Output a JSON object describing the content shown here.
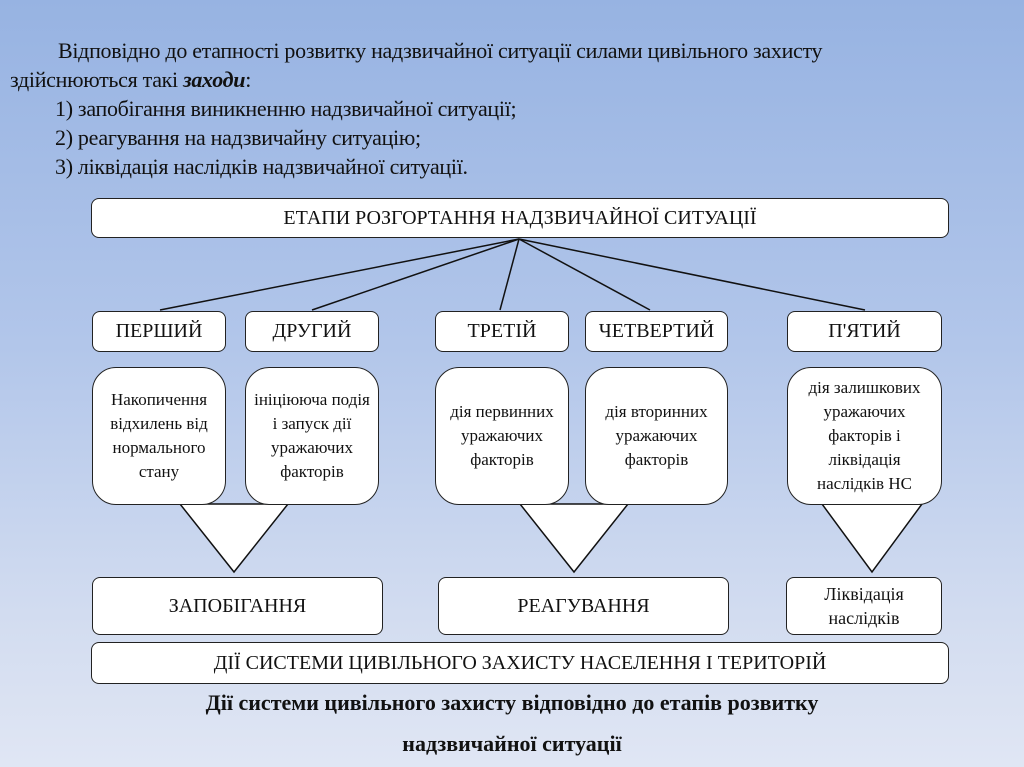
{
  "intro": {
    "line1": "Відповідно до етапності розвитку надзвичайної ситуації силами цивільного захисту",
    "line2_prefix": "здійснюються такі ",
    "line2_emph": "заходи",
    "line2_suffix": ":",
    "items": [
      "1) запобігання виникненню надзвичайної ситуації;",
      "2) реагування на надзвичайну ситуацію;",
      "3) ліквідація наслідків надзвичайної ситуації."
    ]
  },
  "diagram": {
    "root": "ЕТАПИ РОЗГОРТАННЯ НАДЗВИЧАЙНОЇ СИТУАЦІЇ",
    "stages": [
      "ПЕРШИЙ",
      "ДРУГИЙ",
      "ТРЕТІЙ",
      "ЧЕТВЕРТИЙ",
      "П'ЯТИЙ"
    ],
    "descriptions": [
      "Накопичення відхилень від нормального стану",
      "ініціююча подія і запуск дії уражаючих факторів",
      "дія первинних уражаючих факторів",
      "дія вторинних уражаючих факторів",
      "дія залишкових уражаючих факторів і ліквідація наслідків НС"
    ],
    "actions": [
      "ЗАПОБІГАННЯ",
      "РЕАГУВАННЯ",
      "Ліквідація наслідків"
    ],
    "footer": "ДІЇ СИСТЕМИ ЦИВІЛЬНОГО ЗАХИСТУ НАСЕЛЕННЯ І ТЕРИТОРІЙ"
  },
  "caption": {
    "line1": "Дії системи цивільного захисту відповідно до етапів розвитку",
    "line2": "надзвичайної ситуації"
  }
}
